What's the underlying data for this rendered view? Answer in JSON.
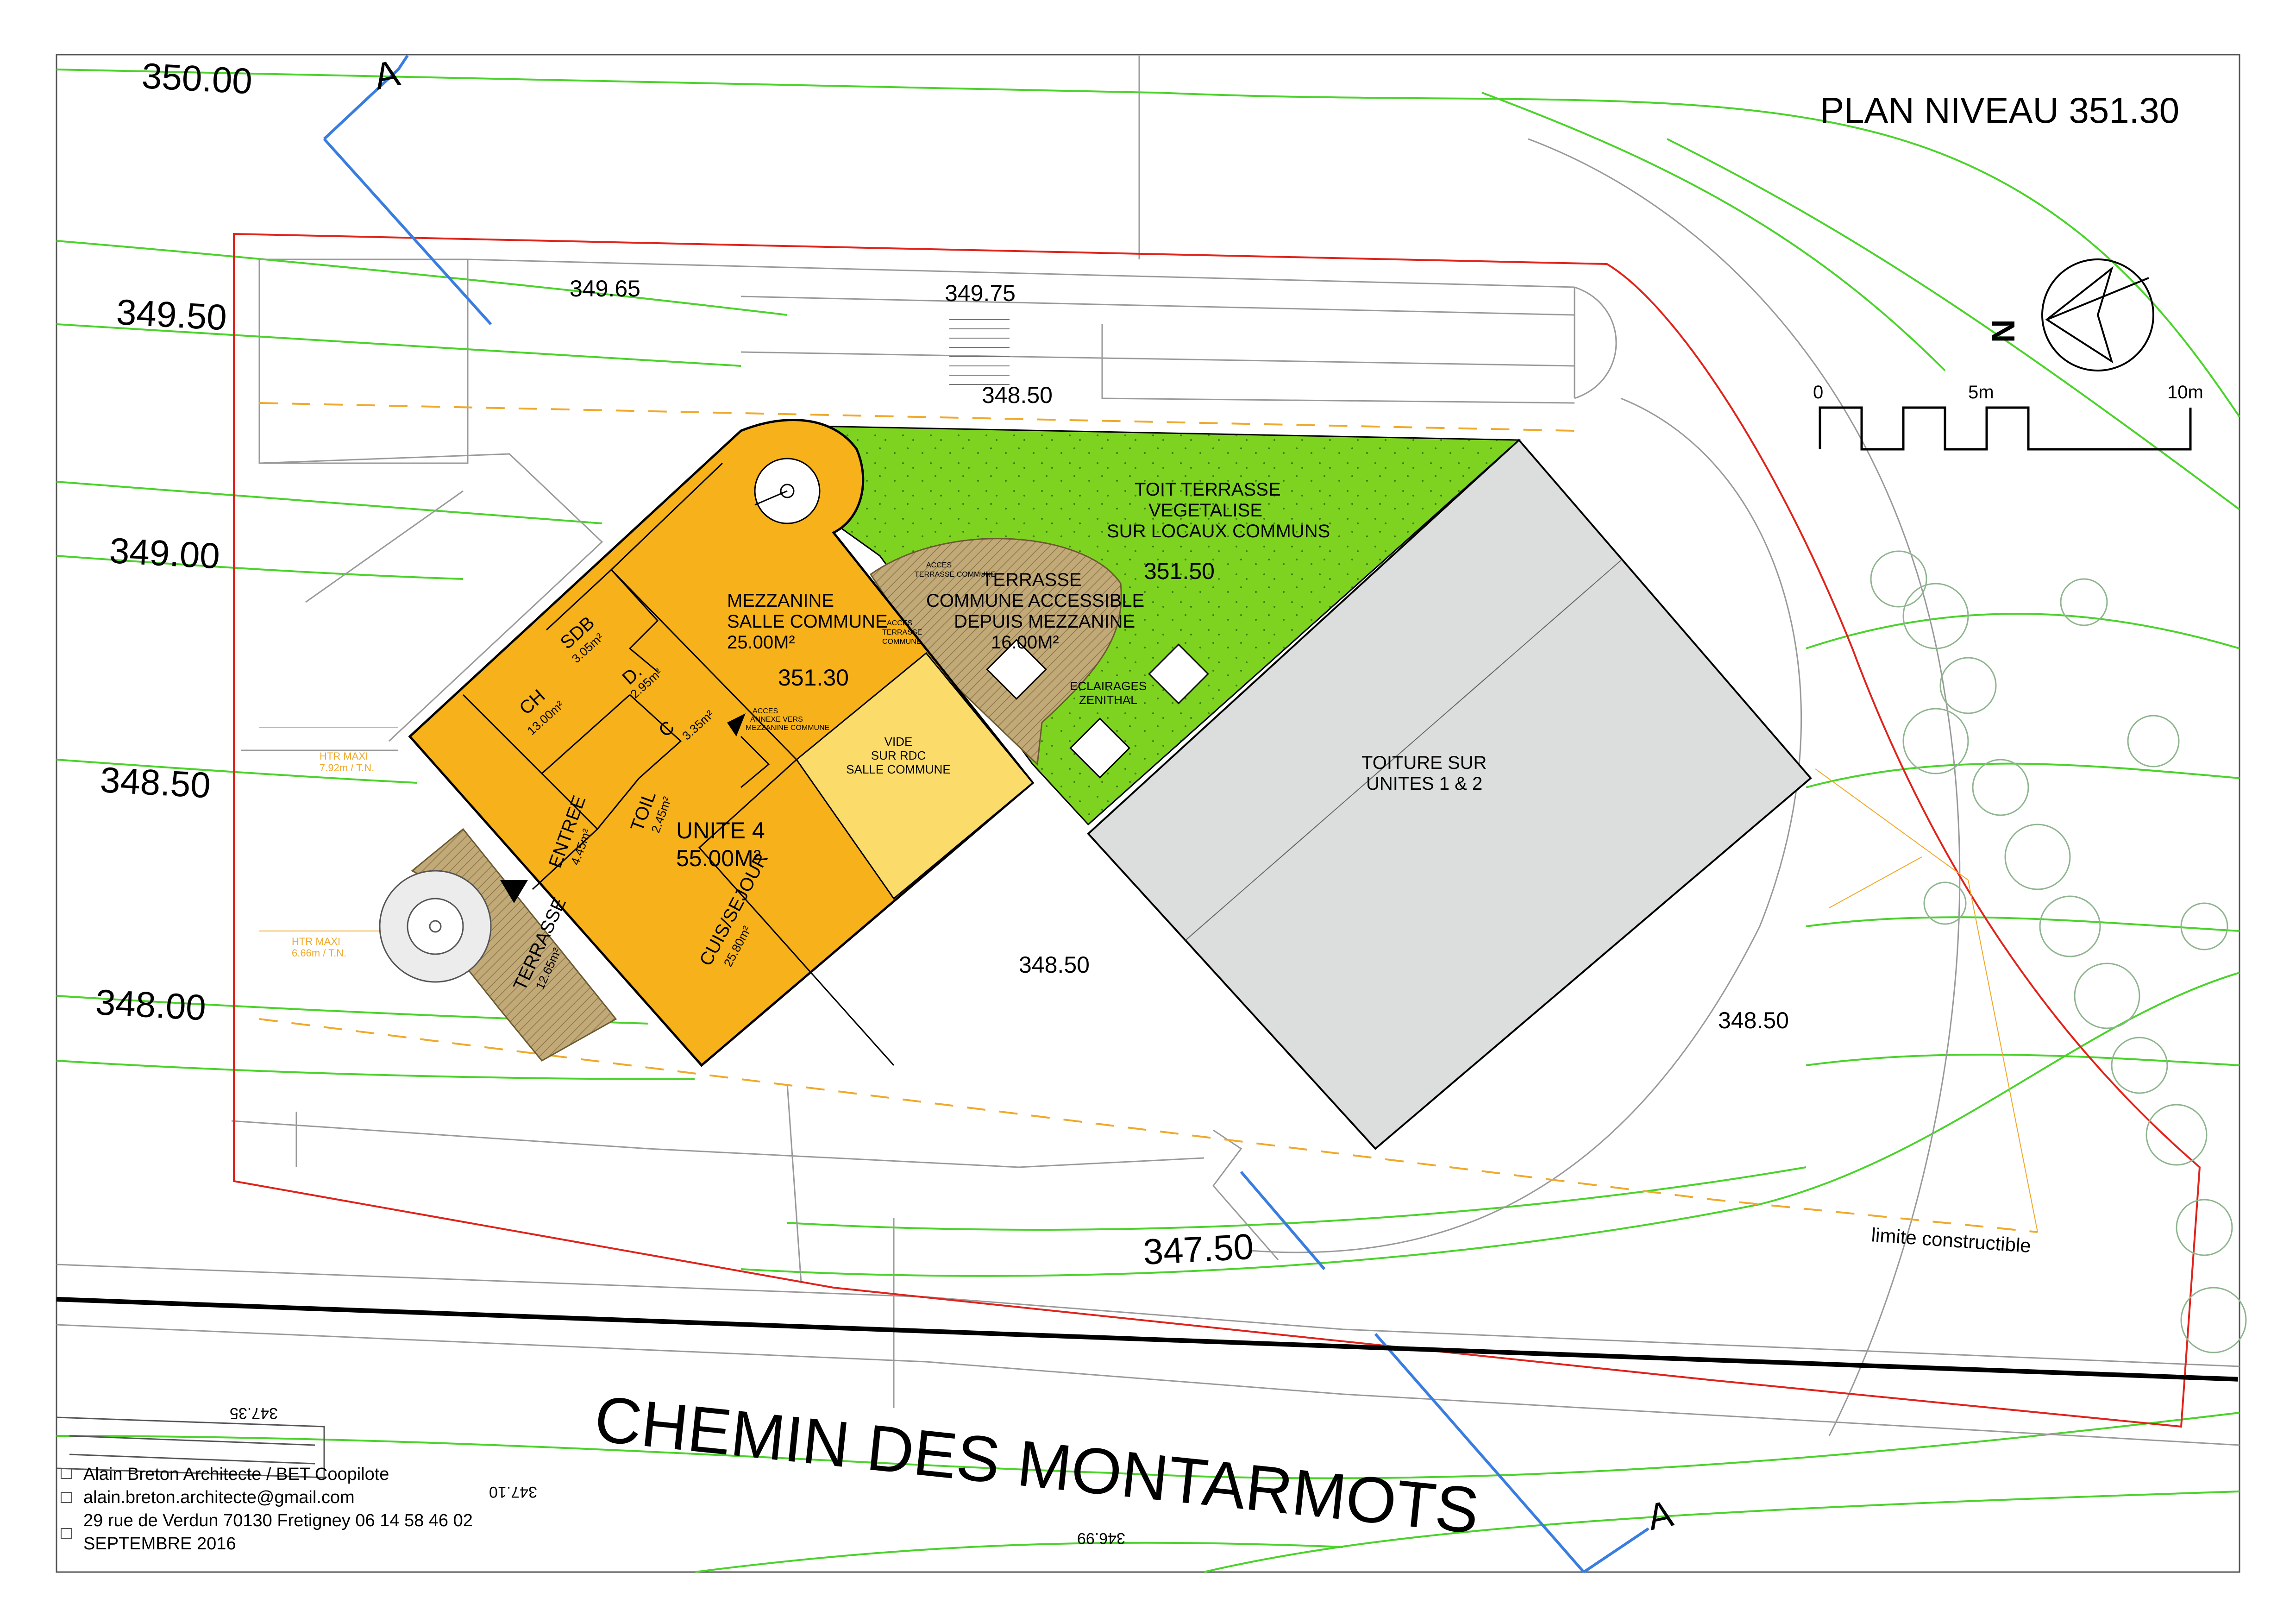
{
  "title": "PLAN NIVEAU 351.30",
  "contour_labels": [
    "350.00",
    "349.50",
    "349.00",
    "348.50",
    "348.00",
    "347.50"
  ],
  "spot_levels": {
    "top_left": "349.65",
    "top_mid": "349.75",
    "top_low": "348.50",
    "middle": "348.50",
    "right": "348.50",
    "green_roof": "351.50",
    "mezzanine": "351.30"
  },
  "section_marker": "A",
  "north_label": "N",
  "scale": {
    "labels": [
      "0",
      "5m",
      "10m"
    ]
  },
  "rooms": {
    "mezzanine": [
      "MEZZANINE",
      "SALLE COMMUNE",
      "25.00M²"
    ],
    "sdb": [
      "SDB",
      "3.05m²"
    ],
    "d": [
      "D.",
      "2.95m²"
    ],
    "ch": [
      "CH",
      "13.00m²"
    ],
    "c": [
      "C",
      "3.35m²"
    ],
    "toil": [
      "TOIL",
      "2.45m²"
    ],
    "entree": [
      "ENTREE",
      "4.45m²"
    ],
    "unite": [
      "UNITE 4",
      "55.00M²"
    ],
    "cuisine": [
      "CUIS/SEJOUR",
      "25.80m²"
    ],
    "terrasse_wood": [
      "TERRASSE",
      "12.65m²"
    ],
    "vide": [
      "VIDE",
      "SUR RDC",
      "SALLE COMMUNE"
    ],
    "terrasse_commune": [
      "TERRASSE",
      "COMMUNE  ACCESSIBLE",
      "DEPUIS MEZZANINE",
      "16.00M²"
    ],
    "acces_commune": [
      "ACCES",
      "TERRASSE COMMUNE"
    ],
    "acces_escalier": [
      "ACCES",
      "ANNEXE VERS",
      "MEZZANINE COMMUNE"
    ],
    "acces_terrasse": [
      "ACCES",
      "TERRASSE",
      "COMMUNE"
    ],
    "toit_vegetal": [
      "TOIT TERRASSE",
      "VEGETALISE",
      "SUR LOCAUX COMMUNS"
    ],
    "eclairages": [
      "ECLAIRAGES",
      "ZENITHAL"
    ],
    "toiture": [
      "TOITURE SUR",
      "UNITES 1 & 2"
    ]
  },
  "height_notes": [
    [
      "HTR MAXI",
      "7.92m / T.N."
    ],
    [
      "HTR MAXI",
      "6.66m / T.N."
    ]
  ],
  "limite_label": "limite constructible",
  "street": "CHEMIN DES MONTARMOTS",
  "road_levels": [
    "347.35",
    "347.10",
    "346.99"
  ],
  "credits": [
    "Alain Breton Architecte / BET Coopilote",
    "alain.breton.architecte@gmail.com",
    "29 rue de Verdun 70130 Fretigney 06 14 58 46 02",
    "SEPTEMBRE 2016"
  ],
  "colors": {
    "building": "#f7b21b",
    "vide": "#fbdc6a",
    "green_roof": "#7ed321",
    "grey_roof": "#dcdedd",
    "deck": "#b8a070",
    "contour": "#4bd32b",
    "boundary": "#e0241b",
    "setback": "#f0a92a",
    "section": "#3a7de0"
  }
}
